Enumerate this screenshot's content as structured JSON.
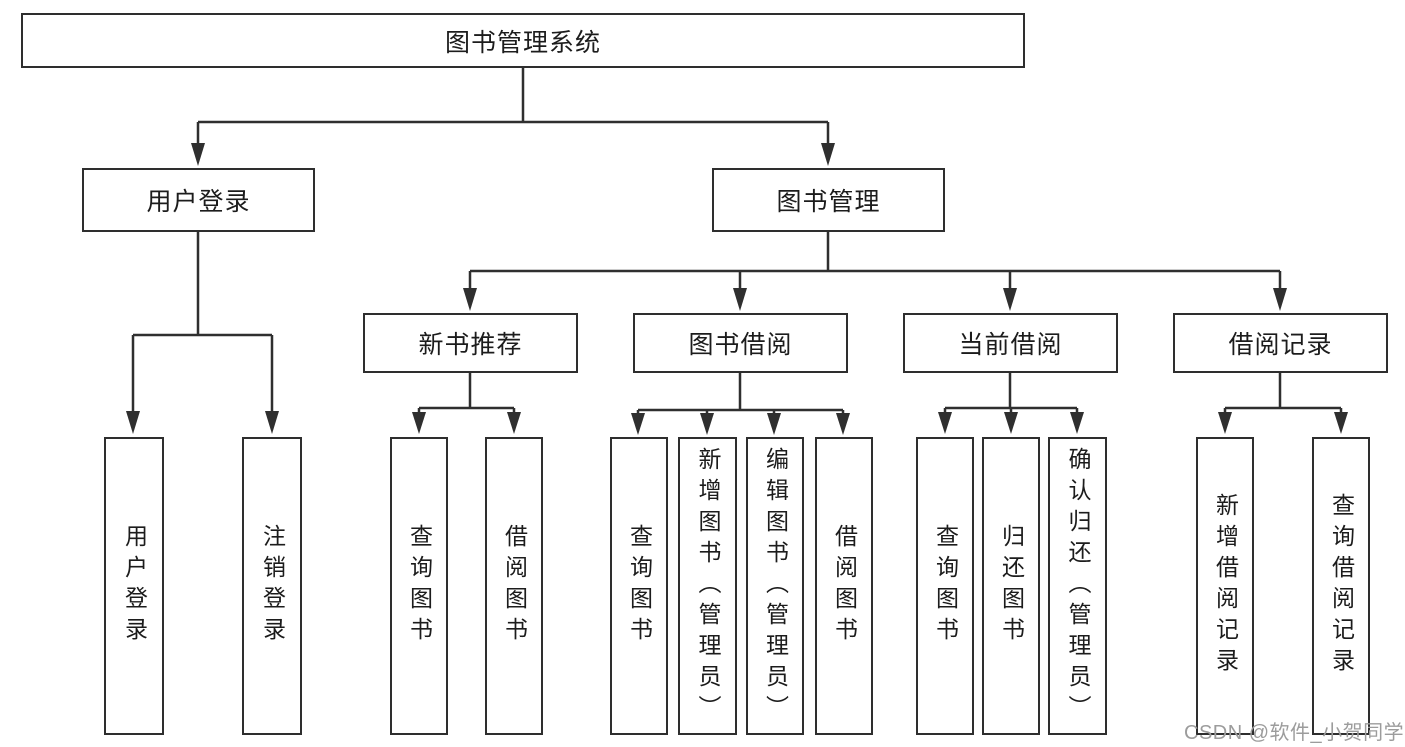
{
  "colors": {
    "background": "#ffffff",
    "line": "#2f2f2f",
    "box_border": "#2e2e2e",
    "text": "#1c1c1c",
    "watermark": "#9c9c9c"
  },
  "watermark": {
    "text": "CSDN @软件_小贺同学"
  },
  "tree": {
    "label": "图书管理系统",
    "children": [
      {
        "label": "用户登录",
        "children": [
          {
            "label": "用户登录"
          },
          {
            "label": "注销登录"
          }
        ]
      },
      {
        "label": "图书管理",
        "children": [
          {
            "label": "新书推荐",
            "children": [
              {
                "label": "查询图书"
              },
              {
                "label": "借阅图书"
              }
            ]
          },
          {
            "label": "图书借阅",
            "children": [
              {
                "label": "查询图书"
              },
              {
                "label": "新增图书（管理员）"
              },
              {
                "label": "编辑图书（管理员）"
              },
              {
                "label": "借阅图书"
              }
            ]
          },
          {
            "label": "当前借阅",
            "children": [
              {
                "label": "查询图书"
              },
              {
                "label": "归还图书"
              },
              {
                "label": "确认归还（管理员）"
              }
            ]
          },
          {
            "label": "借阅记录",
            "children": [
              {
                "label": "新增借阅记录"
              },
              {
                "label": "查询借阅记录"
              }
            ]
          }
        ]
      }
    ]
  }
}
